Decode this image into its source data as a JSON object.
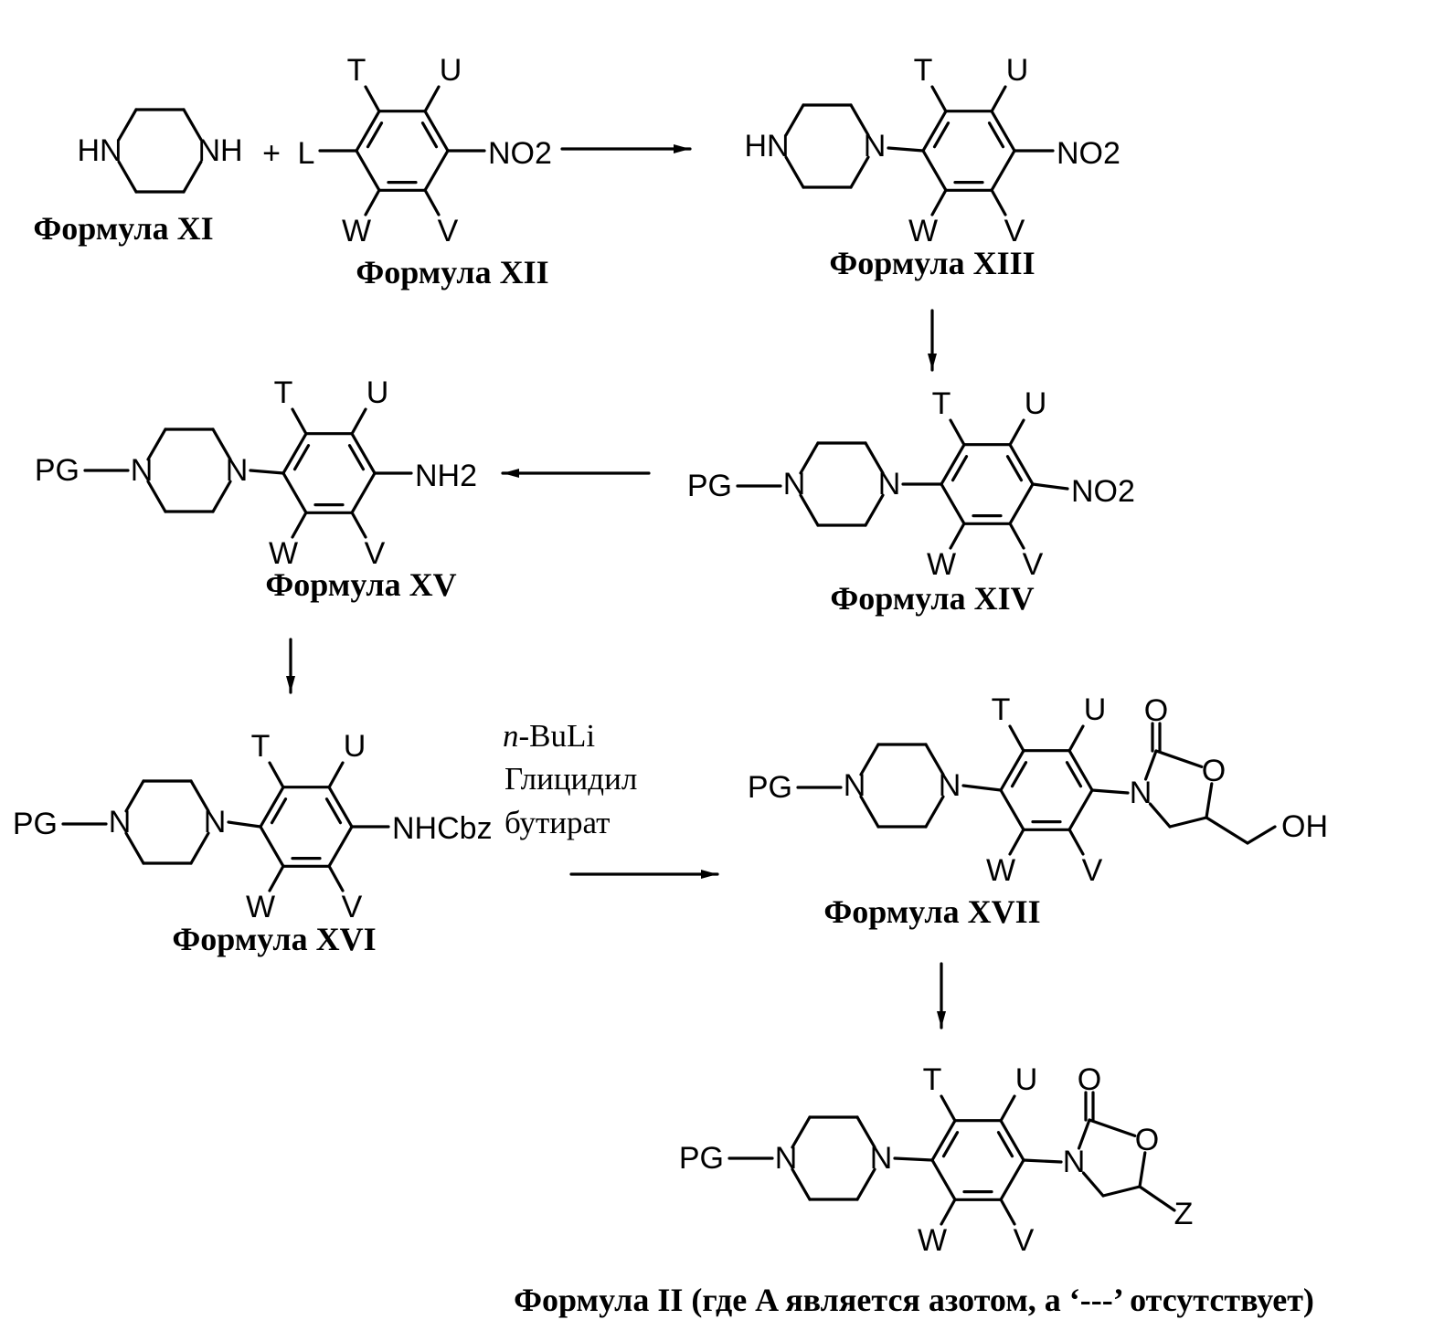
{
  "scheme": {
    "plus": "+",
    "substituents": {
      "T": "T",
      "U": "U",
      "W": "W",
      "V": "V"
    },
    "molecules": {
      "xi": {
        "caption": "Формула XI",
        "left_n": "HN",
        "right_n": "NH"
      },
      "xii": {
        "caption": "Формула XII",
        "left_group": "L",
        "right_group": "NO2"
      },
      "xiii": {
        "caption": "Формула XIII",
        "left_n": "HN",
        "right_n": "N",
        "right_group": "NO2"
      },
      "xiv": {
        "caption": "Формула XIV",
        "protecting_group": "PG",
        "left_n": "N",
        "right_n": "N",
        "right_group": "NO2"
      },
      "xv": {
        "caption": "Формула XV",
        "protecting_group": "PG",
        "left_n": "N",
        "right_n": "N",
        "right_group": "NH2"
      },
      "xvi": {
        "caption": "Формула XVI",
        "protecting_group": "PG",
        "left_n": "N",
        "right_n": "N",
        "right_group": "NHCbz"
      },
      "xvii": {
        "caption": "Формула XVII",
        "protecting_group": "PG",
        "left_n": "N",
        "right_n": "N",
        "ring_n": "N",
        "carbonyl_o": "O",
        "ring_o": "O",
        "side_group": "OH"
      },
      "ii": {
        "caption": "Формула II (где A является азотом, а ‘---’ отсутствует)",
        "protecting_group": "PG",
        "left_n": "N",
        "right_n": "N",
        "ring_n": "N",
        "carbonyl_o": "O",
        "ring_o": "O",
        "side_group": "Z"
      }
    },
    "reagents": {
      "prefix": "n",
      "reagent1": "-BuLi",
      "reagent2": "Глицидил",
      "reagent3": "бутират"
    }
  }
}
